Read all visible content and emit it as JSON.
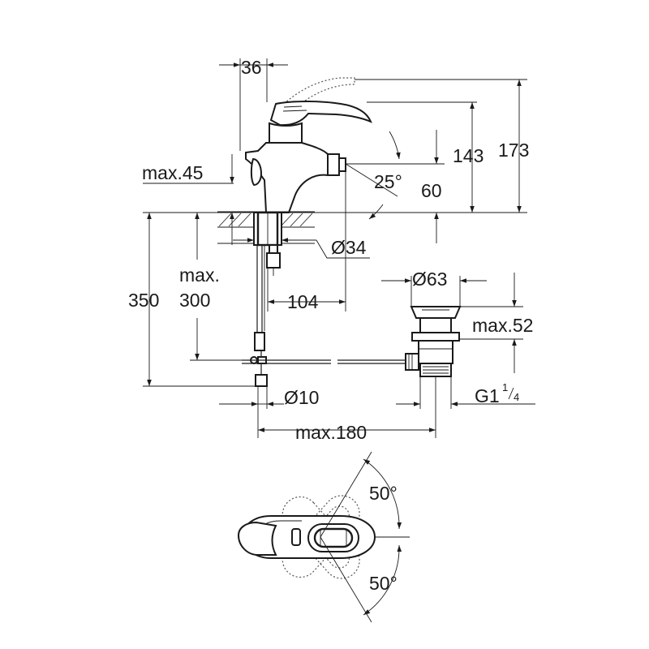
{
  "dimensions": {
    "handle_offset": "36",
    "total_height": "173",
    "spout_height": "143",
    "spout_angle": "25°",
    "spout_projection": "60",
    "max_deck_thickness": "max.45",
    "mount_hole_diameter": "Ø34",
    "supply_length": "350",
    "max_label_a": "max.",
    "max_supply_length": "300",
    "rod_offset": "104",
    "drain_diameter": "Ø63",
    "drain_max_height": "max.52",
    "hose_diameter": "Ø10",
    "drain_thread_main": "G1",
    "drain_thread_num": "1",
    "drain_thread_den": "4",
    "max_drain_distance": "max.180",
    "lever_angle_upper": "50°",
    "lever_angle_lower": "50°"
  },
  "colors": {
    "line": "#1a1a1a",
    "background": "#ffffff"
  }
}
